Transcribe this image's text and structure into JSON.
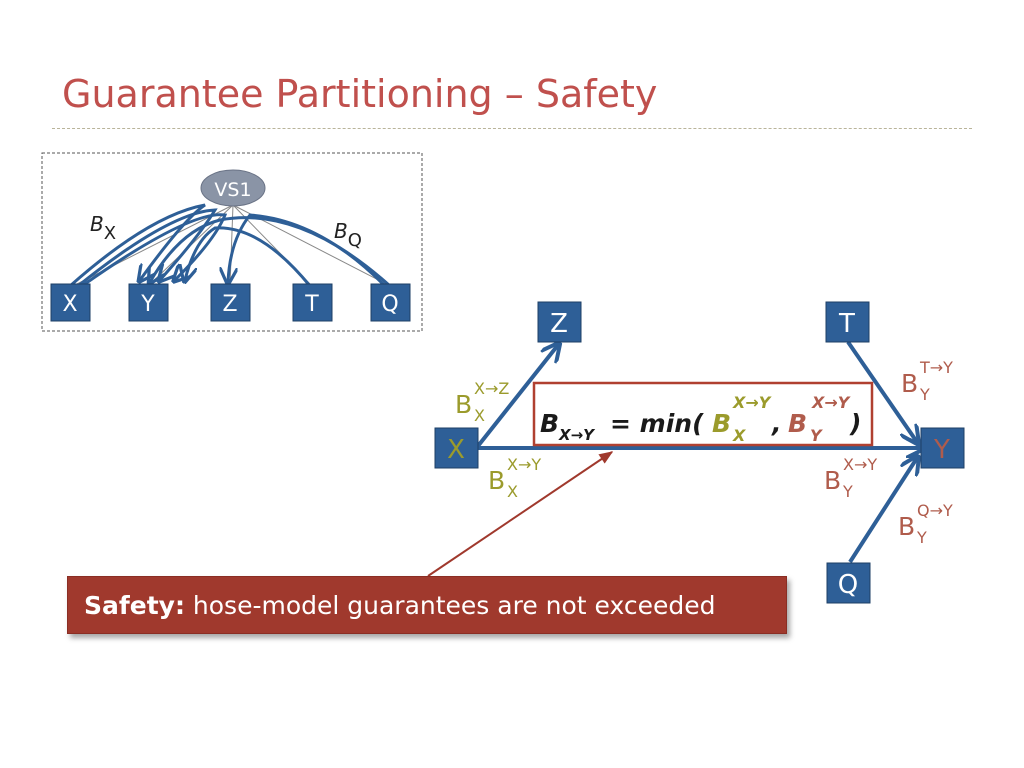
{
  "title": "Guarantee Partitioning – Safety",
  "colors": {
    "title": "#c0504d",
    "node_fill": "#2e5f97",
    "vs_fill": "#8a94a6",
    "arrow": "#2e5f97",
    "olive": "#9b9b2c",
    "rust": "#b05c4c",
    "callout_bg": "#a0392d",
    "formula_border": "#b04030"
  },
  "inset": {
    "vs_label": "VS1",
    "nodes": [
      "X",
      "Y",
      "Z",
      "T",
      "Q"
    ],
    "bx": {
      "base": "B",
      "sub": "X"
    },
    "bq": {
      "base": "B",
      "sub": "Q"
    }
  },
  "main": {
    "nodes": {
      "x": "X",
      "y": "Y",
      "z": "Z",
      "t": "T",
      "q": "Q"
    },
    "labels": {
      "x_to_z": {
        "base": "B",
        "sub": "X",
        "sup": "X→Z"
      },
      "x_to_y": {
        "base": "B",
        "sub": "X",
        "sup": "X→Y"
      },
      "y_from_x": {
        "base": "B",
        "sub": "Y",
        "sup": "X→Y"
      },
      "t_to_y": {
        "base": "B",
        "sub": "Y",
        "sup": "T→Y"
      },
      "q_to_y": {
        "base": "B",
        "sub": "Y",
        "sup": "Q→Y"
      }
    },
    "formula": {
      "lhs_base": "B",
      "lhs_sub": "X→Y",
      "eq": "= min(",
      "t1_base": "B",
      "t1_sub": "X",
      "t1_sup": "X→Y",
      "comma": ",",
      "t2_base": "B",
      "t2_sub": "Y",
      "t2_sup": "X→Y",
      "close": ")"
    }
  },
  "callout": {
    "bold": "Safety:",
    "text": " hose-model guarantees are not exceeded"
  }
}
